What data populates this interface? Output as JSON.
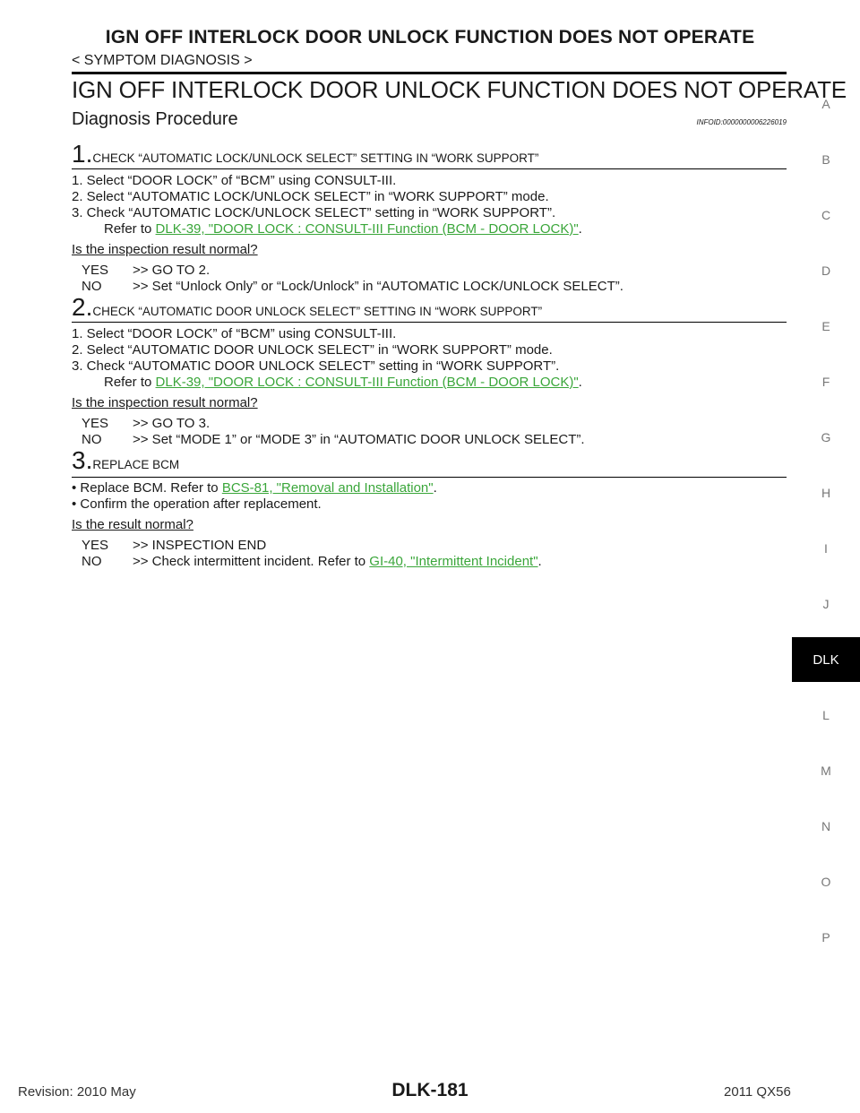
{
  "header": {
    "title": "IGN OFF INTERLOCK DOOR UNLOCK FUNCTION DOES NOT OPERATE",
    "breadcrumb": "< SYMPTOM DIAGNOSIS >"
  },
  "page_title": "IGN OFF INTERLOCK DOOR UNLOCK FUNCTION DOES NOT OPERATE",
  "section": {
    "title": "Diagnosis Procedure",
    "info_id": "INFOID:0000000006226019"
  },
  "steps": [
    {
      "number": "1.",
      "title": "CHECK “AUTOMATIC LOCK/UNLOCK SELECT” SETTING IN “WORK SUPPORT”",
      "items": [
        "1.  Select “DOOR LOCK” of “BCM” using CONSULT-III.",
        "2.  Select “AUTOMATIC LOCK/UNLOCK SELECT” in “WORK SUPPORT” mode.",
        "3.  Check “AUTOMATIC LOCK/UNLOCK SELECT” setting in “WORK SUPPORT”."
      ],
      "refer_prefix": "Refer to ",
      "refer_link": "DLK-39, \"DOOR LOCK : CONSULT-III Function (BCM - DOOR LOCK)\"",
      "refer_suffix": ".",
      "question": "Is the inspection result normal?",
      "yes_label": "YES",
      "yes_text": ">> GO TO 2.",
      "no_label": "NO",
      "no_text": ">> Set “Unlock Only” or “Lock/Unlock” in “AUTOMATIC LOCK/UNLOCK SELECT”."
    },
    {
      "number": "2.",
      "title": "CHECK “AUTOMATIC DOOR UNLOCK SELECT” SETTING IN “WORK SUPPORT”",
      "items": [
        "1.  Select “DOOR LOCK” of “BCM” using CONSULT-III.",
        "2.  Select “AUTOMATIC DOOR UNLOCK SELECT” in “WORK SUPPORT” mode.",
        "3.  Check “AUTOMATIC DOOR UNLOCK SELECT” setting in “WORK SUPPORT”."
      ],
      "refer_prefix": "Refer to ",
      "refer_link": "DLK-39, \"DOOR LOCK : CONSULT-III Function (BCM - DOOR LOCK)\"",
      "refer_suffix": ".",
      "question": "Is the inspection result normal?",
      "yes_label": "YES",
      "yes_text": ">> GO TO 3.",
      "no_label": "NO",
      "no_text": ">> Set “MODE 1” or “MODE 3” in “AUTOMATIC DOOR UNLOCK SELECT”."
    },
    {
      "number": "3.",
      "title": "REPLACE BCM",
      "bullet1_prefix": "• Replace BCM. Refer to ",
      "bullet1_link": "BCS-81, \"Removal and Installation\"",
      "bullet1_suffix": ".",
      "bullet2": "• Confirm the operation after replacement.",
      "question": "Is the result normal?",
      "yes_label": "YES",
      "yes_text": ">> INSPECTION END",
      "no_label": "NO",
      "no_text_prefix": ">> Check intermittent incident. Refer to ",
      "no_link": "GI-40, \"Intermittent Incident\"",
      "no_suffix": "."
    }
  ],
  "side_index": [
    "A",
    "B",
    "C",
    "D",
    "E",
    "F",
    "G",
    "H",
    "I",
    "J",
    "DLK",
    "L",
    "M",
    "N",
    "O",
    "P"
  ],
  "footer": {
    "revision": "Revision: 2010 May",
    "page": "DLK-181",
    "model": "2011 QX56"
  },
  "colors": {
    "link": "#3aa63a",
    "tab_bg": "#000000"
  }
}
